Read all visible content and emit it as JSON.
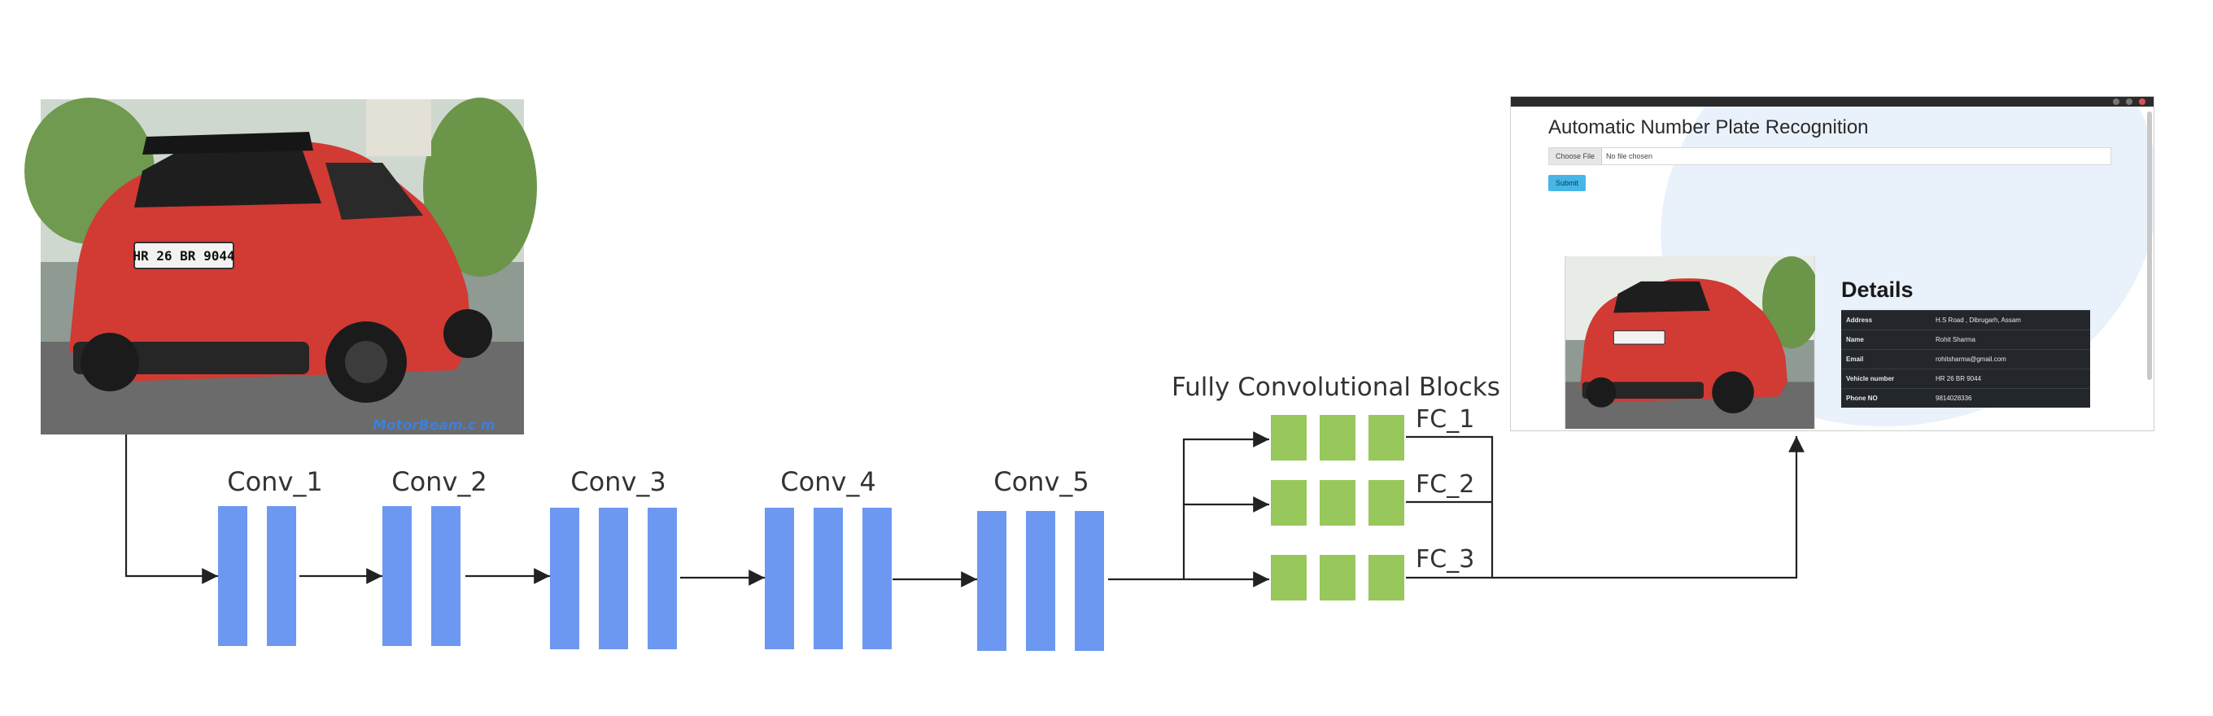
{
  "diagram": {
    "conv_blocks": [
      {
        "label": "Conv_1",
        "bars": 2
      },
      {
        "label": "Conv_2",
        "bars": 2
      },
      {
        "label": "Conv_3",
        "bars": 3
      },
      {
        "label": "Conv_4",
        "bars": 3
      },
      {
        "label": "Conv_5",
        "bars": 3
      }
    ],
    "fc_group_title": "Fully Convolutional Blocks",
    "fc_blocks": [
      {
        "label": "FC_1",
        "squares": 3
      },
      {
        "label": "FC_2",
        "squares": 3
      },
      {
        "label": "FC_3",
        "squares": 3
      }
    ],
    "colors": {
      "conv_bar": "#6d98f2",
      "fc_square": "#98c75b",
      "arrow": "#222222"
    }
  },
  "input_image": {
    "plate_text": "HR 26 BR 9044",
    "watermark": "MotorBeam.c m"
  },
  "app": {
    "title": "Automatic Number Plate Recognition",
    "file_button": "Choose File",
    "file_placeholder": "No file chosen",
    "submit_label": "Submit",
    "details_title": "Details",
    "details": [
      {
        "key": "Address",
        "value": "H.S Road , Dibrugarh, Assam"
      },
      {
        "key": "Name",
        "value": "Rohit Sharma"
      },
      {
        "key": "Email",
        "value": "rohitsharma@gmail.com"
      },
      {
        "key": "Vehicle number",
        "value": "HR 26 BR 9044"
      },
      {
        "key": "Phone NO",
        "value": "9814028336"
      }
    ]
  }
}
